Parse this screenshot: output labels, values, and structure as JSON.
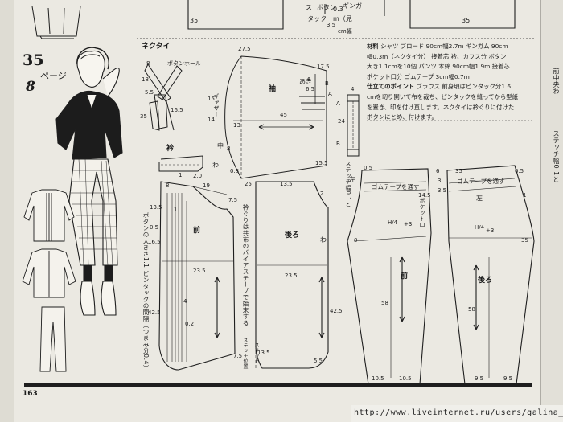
{
  "header": {
    "pattern_number": "35",
    "page_word": "ページ",
    "page_number": "8",
    "necktie_title": "ネクタイ",
    "buttonhole": "ボタンホール"
  },
  "top_fragments": {
    "t1": "ギンガ",
    "t2": "0.3",
    "t3": "m（見",
    "t4": "ボタン",
    "t5": "ス",
    "t6": "3.5",
    "t7": "cm幅",
    "t8": "タック",
    "t9": "35"
  },
  "materials": {
    "heading": "材料",
    "line1": "シャツ ブロード 90cm幅2.7m ギンガム 90cm",
    "line2": "幅0.3m（ネクタイ分） 接着芯 衿、カフス分 ボタン",
    "line3": "大き1.1cmを10個 パンツ 木綿 90cm幅1.9m 接着芯",
    "line4": "ポケット口分 ゴムテープ 3cm幅0.7m",
    "points_heading": "仕立てのポイント",
    "points1": "ブラウス 前身頃はピンタック分1.6",
    "points2": "cmを切り開いて布を裁ち、ピンタックを縫ってから型紙",
    "points3": "を置き、印を付け直します。ネクタイは衿ぐりに付けた",
    "points4": "ボタンにとめ、付けます。"
  },
  "pieces": {
    "sleeve": "袖",
    "collar": "衿",
    "front": "前",
    "back": "後ろ",
    "front_pants": "前",
    "back_pants": "後ろ",
    "left": "左",
    "left_right_right": "左",
    "center": "中",
    "placket": "わ",
    "fold": "わ",
    "sleeve_opening": "あき",
    "gathers": "ギャザー"
  },
  "annotations": {
    "neck_bias": "衿ぐりは共布のバイアステープで始末する",
    "button_spacing": "ボタンの大きさ1.1 ピンタックの間隔（つまみ分0.4）",
    "stitch_width": "ステッチ幅0.1と",
    "elastic_front": "ゴムテープを通す",
    "elastic_back": "ゴムテープを通す",
    "pocket_opening": "ポケット口",
    "stitch_pos": "ステッチ位置",
    "slit": "スリット",
    "side_right_1": "前中央わ",
    "side_right_2": "ステッチ幅0.1と"
  },
  "dims": {
    "nt_8": "8",
    "nt_18": "18",
    "nt_35": "35",
    "nt_165": "16.5",
    "nt_55": "5.5",
    "cl_1": "1",
    "cl_20": "2.0",
    "sl_275": "27.5",
    "sl_175": "17.5",
    "sl_6": "6",
    "sl_65": "6.5",
    "sl_15": "15",
    "sl_14": "14",
    "sl_13": "13",
    "sl_45": "45",
    "sl_8": "8",
    "sl_155": "15.5",
    "sl_08": "0.8",
    "sl_25": "25",
    "sl_B": "B",
    "sl_A": "A",
    "cf_4": "4",
    "cf_24": "24",
    "cf_A": "A",
    "cf_B": "B",
    "fr_8": "8",
    "fr_19": "19",
    "fr_135": "13.5",
    "fr_75": "7.5",
    "fr_05": "0.5",
    "fr_165": "16.5",
    "fr_235": "23.5",
    "fr_425": "42.5",
    "fr_4": "4",
    "fr_1": "1",
    "fr_02": "0.2",
    "fr_75b": "7.5",
    "bk_135": "13.5",
    "bk_2": "2",
    "bk_235": "23.5",
    "bk_425": "42.5",
    "bk_135b": "13.5",
    "bk_55": "5.5",
    "pf_05": "0.5",
    "pf_6": "6",
    "pf_3": "3",
    "pf_35": "3.5",
    "pf_145": "14.5",
    "pf_H4": "H/4",
    "pf_plus3": "+3",
    "pf_58": "58",
    "pf_105": "10.5",
    "pf_105b": "10.5",
    "pf_0": "0",
    "pb_35": "35",
    "pb_05": "0.5",
    "pb_1": "1",
    "pb_H4": "H/4",
    "pb_plus3": "+3",
    "pb_58": "58",
    "pb_95": "9.5",
    "pb_95b": "9.5",
    "pb_35b": "35",
    "top_35a": "35",
    "top_35b": "35"
  },
  "footer": {
    "page_number": "163",
    "url": "http://www.liveinternet.ru/users/galina_o/"
  }
}
